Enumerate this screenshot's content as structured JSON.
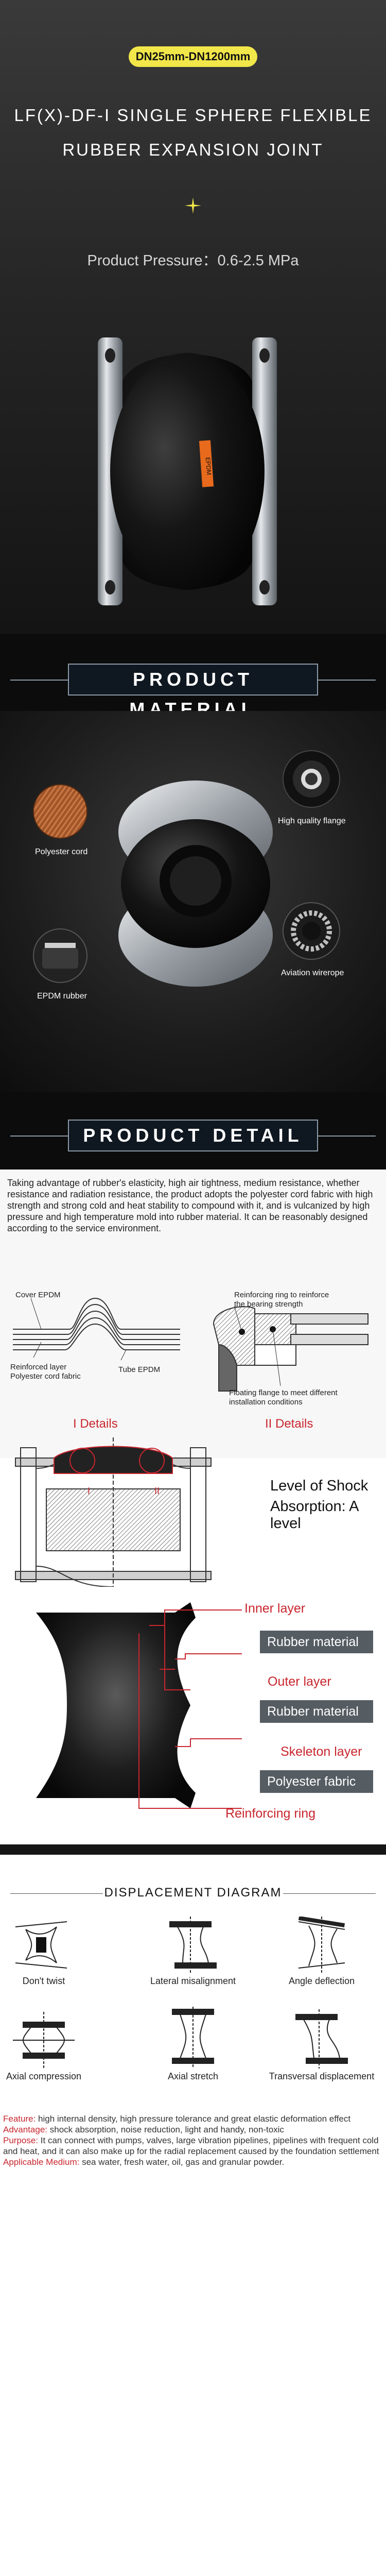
{
  "hero": {
    "size_range": "DN25mm-DN1200mm",
    "title_line1": "LF(X)-DF-I SINGLE SPHERE FLEXIBLE",
    "title_line2": "RUBBER EXPANSION JOINT",
    "pressure": "Product Pressure：0.6-2.5 MPa",
    "tag_text": "EPDM"
  },
  "material": {
    "banner": "PRODUCT MATERIAL",
    "labels": {
      "polyester_cord": "Polyester cord",
      "flange": "High quality flange",
      "epdm": "EPDM rubber",
      "wirerope": "Aviation wirerope"
    }
  },
  "detail": {
    "banner": "PRODUCT DETAIL",
    "paragraph": "Taking advantage of rubber's elasticity, high air tightness, medium resistance, whether resistance and radiation resistance, the product adopts the polyester cord fabric with high strength and strong cold and heat stability to compound with it, and is vulcanized by high pressure and high temperature mold into rubber material. It can be reasonably designed according to the service environment.",
    "diagram1": {
      "cover": "Cover EPDM",
      "reinforced1": "Reinforced layer",
      "reinforced2": "Polyester cord fabric",
      "tube": "Tube EPDM"
    },
    "diagram2": {
      "ring1": "Reinforcing ring to reinforce",
      "ring2": "the bearing strength",
      "floating1": "Floating flange to meet different",
      "floating2": "installation conditions"
    },
    "i_details": "I Details",
    "ii_details": "II Details",
    "mark_i": "I",
    "mark_ii": "II",
    "shock1": "Level of Shock",
    "shock2": "Absorption: A level",
    "layers": {
      "inner": "Inner layer",
      "rubber1": "Rubber material",
      "outer": "Outer layer",
      "rubber2": "Rubber material",
      "skeleton": "Skeleton layer",
      "polyester": "Polyester fabric",
      "ring": "Reinforcing ring"
    }
  },
  "displacement": {
    "title": "DISPLACEMENT DIAGRAM",
    "items": [
      "Don't twist",
      "Lateral misalignment",
      "Angle deflection",
      "Axial compression",
      "Axial stretch",
      "Transversal displacement"
    ],
    "notes": [
      {
        "key": "Feature:",
        "text": " high internal density, high pressure tolerance and great elastic deformation effect"
      },
      {
        "key": "Advantage:",
        "text": " shock absorption, noise reduction, light and handy, non-toxic"
      },
      {
        "key": "Purpose:",
        "text": " It can connect with pumps, valves, large vibration pipelines, pipelines with frequent cold and heat, and it can also make up for the radial replacement caused by the foundation settlement"
      },
      {
        "key": "Applicable Medium:",
        "text": " sea water, fresh water, oil, gas and granular powder."
      }
    ]
  },
  "colors": {
    "accent_yellow": "#f2e74a",
    "accent_red": "#c8262e",
    "banner_border": "#8c9aa8",
    "label_bg": "#555c62"
  }
}
